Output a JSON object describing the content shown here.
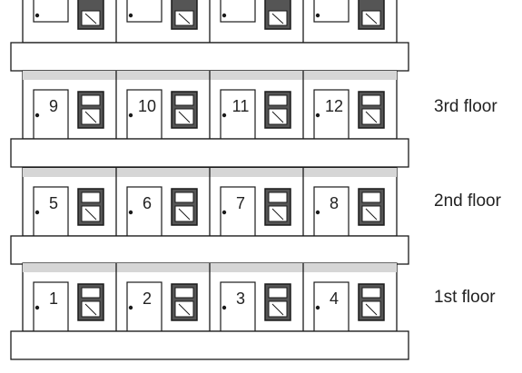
{
  "floors": [
    {
      "label": "3rd floor",
      "rooms": [
        "9",
        "10",
        "11",
        "12"
      ]
    },
    {
      "label": "2nd floor",
      "rooms": [
        "5",
        "6",
        "7",
        "8"
      ]
    },
    {
      "label": "1st floor",
      "rooms": [
        "1",
        "2",
        "3",
        "4"
      ]
    }
  ],
  "top_floor_partial": true,
  "colors": {
    "outline": "#1a1a1a",
    "wall": "#ffffff",
    "ceiling_strip": "#d6d6d6",
    "window_fill": "#555555",
    "window_pane": "#ffffff"
  }
}
